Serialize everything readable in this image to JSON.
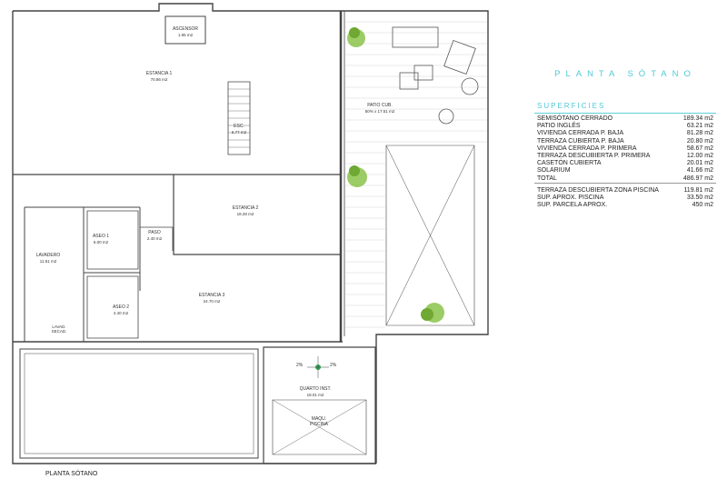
{
  "legend": {
    "title": "PLANTA SÓTANO",
    "superficies_title": "SUPERFICIES",
    "rows": [
      {
        "label": "SEMISÓTANO CERRADO",
        "value": "189.34 m2"
      },
      {
        "label": "PATIO INGLÉS",
        "value": "63.21 m2"
      },
      {
        "label": "VIVIENDA CERRADA P. BAJA",
        "value": "81.28 m2"
      },
      {
        "label": "TERRAZA CUBIERTA P. BAJA",
        "value": "20.80 m2"
      },
      {
        "label": "VIVIENDA CERRADA P. PRIMERA",
        "value": "58.67 m2"
      },
      {
        "label": "TERRAZA DESCUBIERTA P. PRIMERA",
        "value": "12.00 m2"
      },
      {
        "label": "CASETÓN CUBIERTA",
        "value": "20.01 m2"
      },
      {
        "label": "SOLARIUM",
        "value": "41.66 m2"
      },
      {
        "label": "TOTAL",
        "value": "486.97 m2"
      }
    ],
    "extra_rows": [
      {
        "label": "TERRAZA DESCUBIERTA ZONA PISCINA",
        "value": "119.81 m2"
      },
      {
        "label": "SUP. APROX. PISCINA",
        "value": "33.50 m2"
      },
      {
        "label": "SUP. PARCELA APROX.",
        "value": "450 m2"
      }
    ]
  },
  "rooms": {
    "ascensor": {
      "name": "ASCENSOR",
      "area": "1.95 m2"
    },
    "estancia1": {
      "name": "ESTANCIA 1",
      "area": "70.86 m2"
    },
    "esc": {
      "name": "ESC.",
      "area": "6.77 m2"
    },
    "patio_cub": {
      "name": "PATIO CUB.",
      "area": "50% x 17.51 m2"
    },
    "estancia2": {
      "name": "ESTANCIA 2",
      "area": "18.28 m2"
    },
    "aseo1": {
      "name": "ASEO 1",
      "area": "5.00 m2"
    },
    "paso": {
      "name": "PASO",
      "area": "2.40 m2"
    },
    "lavadero": {
      "name": "LAVADERO",
      "area": "11.51 m2"
    },
    "estancia3": {
      "name": "ESTANCIA 3",
      "area": "24.70 m2"
    },
    "aseo2": {
      "name": "ASEO 2",
      "area": "4.40 m2"
    },
    "quarto_inst": {
      "name": "QUARTO INST.",
      "area": "18.01 m2"
    },
    "maqu": {
      "name": "MAQU.",
      "area": "PISCINA"
    },
    "lavad_secad": {
      "name": "LAVAD.",
      "area": "SECAD."
    },
    "slope_left": "2%",
    "slope_right": "2%"
  },
  "caption": "PLANTA SÓTANO"
}
